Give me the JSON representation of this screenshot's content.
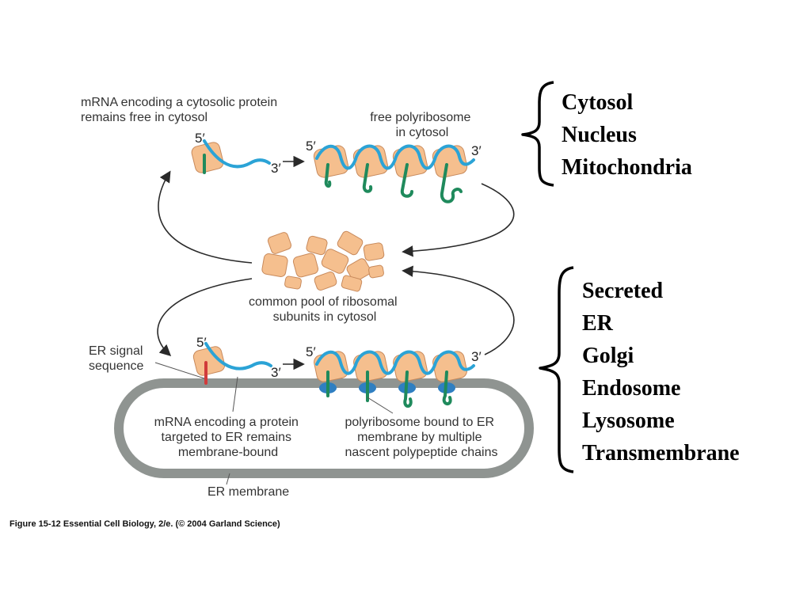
{
  "labels": {
    "cytosolic_mrna": [
      "mRNA encoding a cytosolic protein",
      "remains free in cytosol"
    ],
    "free_polyribosome": [
      "free polyribosome",
      "in cytosol"
    ],
    "common_pool": [
      "common pool of ribosomal",
      "subunits in cytosol"
    ],
    "er_signal": [
      "ER signal",
      "sequence"
    ],
    "membrane_bound_mrna": [
      "mRNA encoding a protein",
      "targeted to ER remains",
      "membrane-bound"
    ],
    "bound_polyribosome": [
      "polyribosome bound to ER",
      "membrane by multiple",
      "nascent polypeptide chains"
    ],
    "er_membrane": "ER membrane",
    "five_prime": "5′",
    "three_prime": "3′"
  },
  "caption": "Figure 15-12  Essential Cell Biology, 2/e. (© 2004 Garland Science)",
  "cytosolic_destinations": [
    "Cytosol",
    "Nucleus",
    "Mitochondria"
  ],
  "er_destinations": [
    "Secreted",
    "ER",
    "Golgi",
    "Endosome",
    "Lysosome",
    "Transmembrane"
  ],
  "colors": {
    "mrna": "#2ba3d6",
    "ribosome": "#f5bf8e",
    "ribosome_outline": "#c88a5c",
    "polypeptide": "#1f8a5c",
    "signal_sequence": "#d13b3b",
    "membrane": "#8f9491",
    "translocon": "#2f7fc1"
  }
}
